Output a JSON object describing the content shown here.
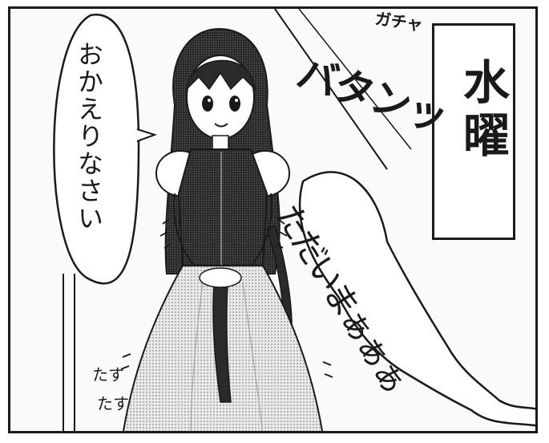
{
  "panel": {
    "speech_okaeri": "おかえりなさい",
    "caption_day": "水曜",
    "sfx_gacha": "ガチャ",
    "sfx_batan": "バタンッ",
    "speech_tadaima": "ただいまぁぁぁ",
    "sfx_footsteps_1": "たす",
    "sfx_footsteps_2": "たす"
  },
  "colors": {
    "ink": "#1a1a1a",
    "paper": "#ffffff",
    "screentone": "#9a9a9a"
  }
}
